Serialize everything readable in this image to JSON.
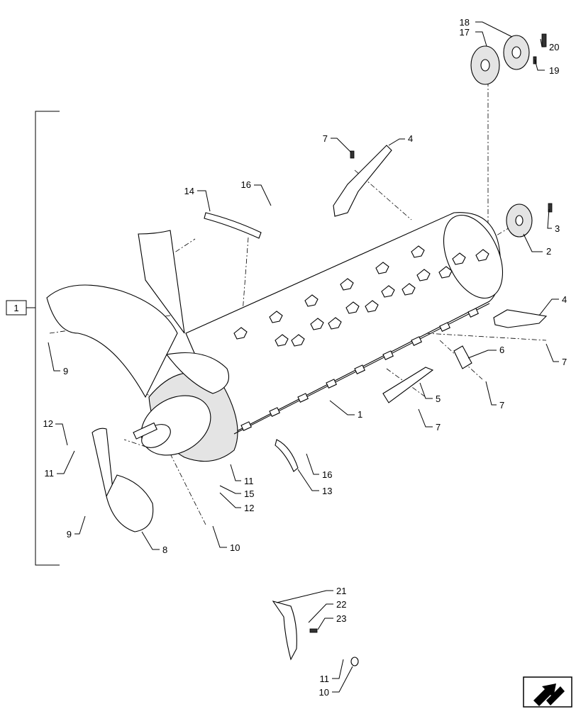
{
  "diagram": {
    "assembly_box_label": "1",
    "callouts": {
      "c18": "18",
      "c17": "17",
      "c20": "20",
      "c19": "19",
      "c7a": "7",
      "c4a": "4",
      "c14": "14",
      "c16a": "16",
      "c3": "3",
      "c2": "2",
      "c4b": "4",
      "c6": "6",
      "c7b": "7",
      "c9a": "9",
      "c5": "5",
      "c7c": "7",
      "c1": "1",
      "c7d": "7",
      "c12a": "12",
      "c11a": "11",
      "c11b": "11",
      "c16b": "16",
      "c15": "15",
      "c13": "13",
      "c12b": "12",
      "c9b": "9",
      "c8": "8",
      "c10a": "10",
      "c21": "21",
      "c22": "22",
      "c23": "23",
      "c11c": "11",
      "c10b": "10"
    },
    "nav_icon": "arrow-icon"
  }
}
